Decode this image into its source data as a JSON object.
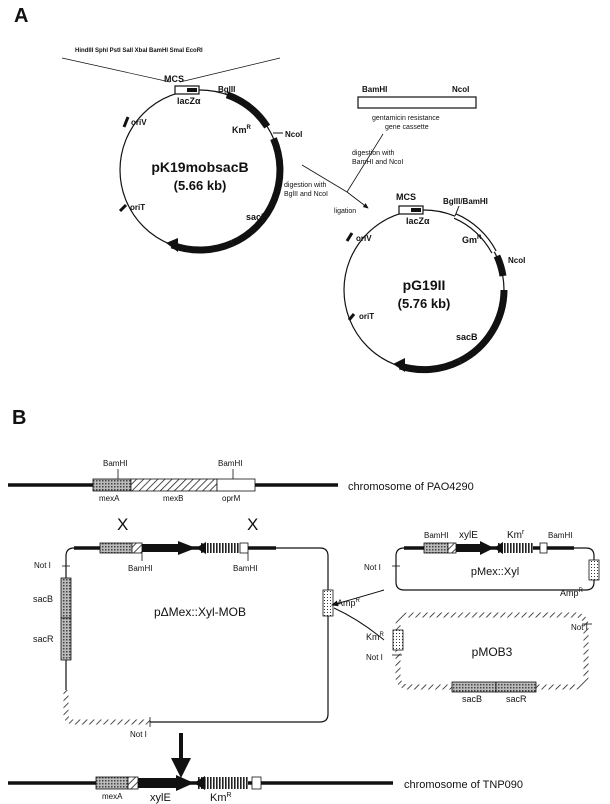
{
  "panel_a": {
    "label": "A",
    "mcs_sites": "HindIII SphI PstI SalI XbaI BamHI SmaI EcoRI",
    "plasmid1": {
      "name": "pK19mobsacB",
      "size": "(5.66 kb)",
      "mcs": "MCS",
      "lacz": "lacZα",
      "bglii": "BglII",
      "km": "Km",
      "km_sup": "R",
      "ncoi": "NcoI",
      "oriv": "oriV",
      "orit": "oriT",
      "sacb": "sacB"
    },
    "cassette": {
      "bamhi": "BamHI",
      "ncoi": "NcoI",
      "line1": "gentamicin resistance",
      "line2": "gene cassette"
    },
    "digest_cassette": [
      "digestion with",
      "BamHI and NcoI"
    ],
    "digest_plasmid": [
      "digestion with",
      "BglII and NcoI"
    ],
    "ligation": "ligation",
    "plasmid2": {
      "name": "pG19II",
      "size": "(5.76 kb)",
      "mcs": "MCS",
      "lacz": "lacZα",
      "bglii_bamhi": "BglII/BamHI",
      "gm": "Gm",
      "gm_sup": "R",
      "ncoi": "NcoI",
      "oriv": "oriV",
      "orit": "oriT",
      "sacb": "sacB"
    }
  },
  "panel_b": {
    "label": "B",
    "chromosome1": {
      "bamhi_left": "BamHI",
      "bamhi_right": "BamHI",
      "mexa": "mexA",
      "mexb": "mexB",
      "oprm": "oprM",
      "label": "chromosome of PAO4290"
    },
    "crossover": "X",
    "big_plasmid": {
      "bamhi_left": "BamHI",
      "bamhi_right": "BamHI",
      "noti_top": "Not I",
      "noti_bottom": "Not I",
      "amp": "Amp",
      "amp_sup": "R",
      "sacb": "sacB",
      "sacr": "sacR",
      "name": "pΔMex::Xyl-MOB"
    },
    "pmex": {
      "bamhi_left": "BamHI",
      "xyle": "xylE",
      "km": "Km",
      "km_sup": "r",
      "bamhi_right": "BamHI",
      "noti": "Not I",
      "name": "pMex::Xyl",
      "amp": "Amp",
      "amp_sup": "R"
    },
    "pmob": {
      "name": "pMOB3",
      "noti_right": "Not I",
      "km": "Km",
      "km_sup": "R",
      "noti_left": "Not I",
      "sacb": "sacB",
      "sacr": "sacR"
    },
    "chromosome2": {
      "mexa": "mexA",
      "xyle": "xylE",
      "km": "Km",
      "km_sup": "R",
      "label": "chromosome of TNP090"
    }
  }
}
